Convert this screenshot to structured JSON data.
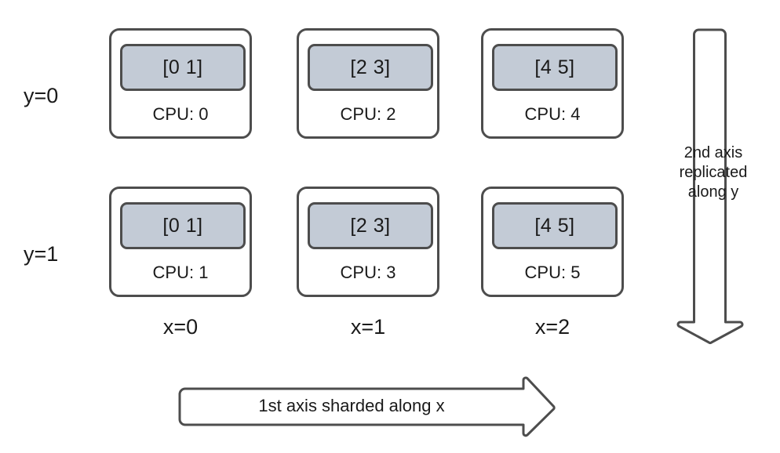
{
  "diagram": {
    "title": "2D device mesh sharding diagram",
    "colors": {
      "shard_fill": "#c3cbd6",
      "stroke": "#4d4d4d",
      "background": "#ffffff",
      "text": "#1a1a1a"
    },
    "row_labels": [
      {
        "id": "y0",
        "text": "y=0"
      },
      {
        "id": "y1",
        "text": "y=1"
      }
    ],
    "col_labels": [
      {
        "id": "x0",
        "text": "x=0"
      },
      {
        "id": "x1",
        "text": "x=1"
      },
      {
        "id": "x2",
        "text": "x=2"
      }
    ],
    "cards": [
      {
        "id": "r0c0",
        "shard": "[0 1]",
        "cpu": "CPU: 0"
      },
      {
        "id": "r0c1",
        "shard": "[2 3]",
        "cpu": "CPU: 2"
      },
      {
        "id": "r0c2",
        "shard": "[4 5]",
        "cpu": "CPU: 4"
      },
      {
        "id": "r1c0",
        "shard": "[0 1]",
        "cpu": "CPU: 1"
      },
      {
        "id": "r1c1",
        "shard": "[2 3]",
        "cpu": "CPU: 3"
      },
      {
        "id": "r1c2",
        "shard": "[4 5]",
        "cpu": "CPU: 5"
      }
    ],
    "vertical_arrow": {
      "icon": "down-arrow-icon",
      "caption": "2nd axis\nreplicated\nalong y"
    },
    "horizontal_arrow": {
      "icon": "right-arrow-icon",
      "caption": "1st axis sharded along x"
    }
  }
}
